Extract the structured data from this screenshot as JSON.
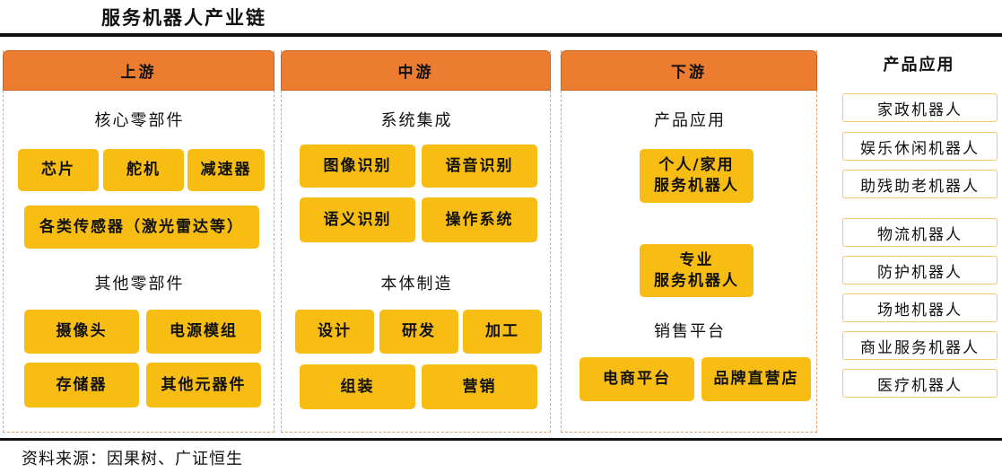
{
  "title": "服务机器人产业链",
  "source": "资料来源：因果树、广证恒生",
  "upstream": {
    "header": "上游",
    "core_label": "核心零部件",
    "core_items": [
      "芯片",
      "舵机",
      "减速器"
    ],
    "sensors": "各类传感器（激光雷达等）",
    "other_label": "其他零部件",
    "other_items": [
      "摄像头",
      "电源模组",
      "存储器",
      "其他元器件"
    ]
  },
  "midstream": {
    "header": "中游",
    "integration_label": "系统集成",
    "integration_items": [
      "图像识别",
      "语音识别",
      "语义识别",
      "操作系统"
    ],
    "manufacturing_label": "本体制造",
    "manufacturing_items": [
      "设计",
      "研发",
      "加工",
      "组装",
      "营销"
    ]
  },
  "downstream": {
    "header": "下游",
    "product_label": "产品应用",
    "products": [
      [
        "个人/家用",
        "服务机器人"
      ],
      [
        "专业",
        "服务机器人"
      ]
    ],
    "sales_label": "销售平台",
    "sales_items": [
      "电商平台",
      "品牌直营店"
    ]
  },
  "applications": {
    "header": "产品应用",
    "personal": [
      "家政机器人",
      "娱乐休闲机器人",
      "助残助老机器人"
    ],
    "professional": [
      "物流机器人",
      "防护机器人",
      "场地机器人",
      "商业服务机器人",
      "医疗机器人"
    ]
  }
}
